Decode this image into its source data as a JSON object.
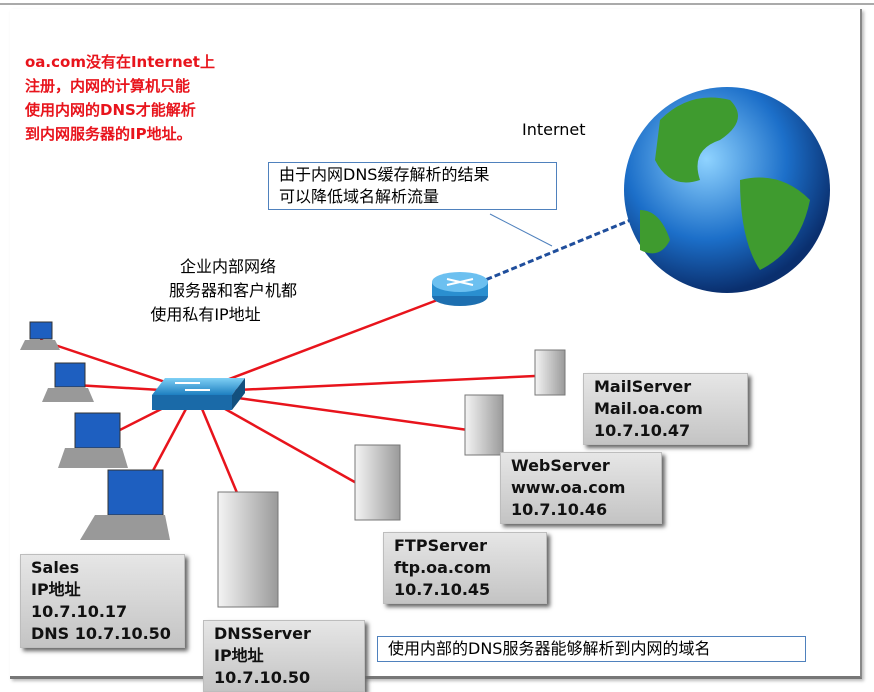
{
  "note_red": [
    "oa.com没有在Internet上",
    "注册，内网的计算机只能",
    "使用内网的DNS才能解析",
    "到内网服务器的IP地址。"
  ],
  "internet_label": "Internet",
  "callout_cache": [
    "由于内网DNS缓存解析的结果",
    "可以降低域名解析流量"
  ],
  "enterprise_text": [
    "企业内部网络",
    "服务器和客户机都",
    "使用私有IP地址"
  ],
  "mail": [
    "MailServer",
    "Mail.oa.com",
    "10.7.10.47"
  ],
  "web": [
    "WebServer",
    "www.oa.com",
    "10.7.10.46"
  ],
  "ftp": [
    "FTPServer",
    "ftp.oa.com",
    "10.7.10.45"
  ],
  "sales": [
    "Sales",
    "IP地址10.7.10.17",
    "DNS 10.7.10.50"
  ],
  "dns": [
    "DNSServer",
    "IP地址10.7.10.50"
  ],
  "callout_dns": "使用内部的DNS服务器能够解析到内网的域名",
  "colors": {
    "link": "#e8141c",
    "wan": "#1f4e9c",
    "label_border": "#4f81bd"
  }
}
